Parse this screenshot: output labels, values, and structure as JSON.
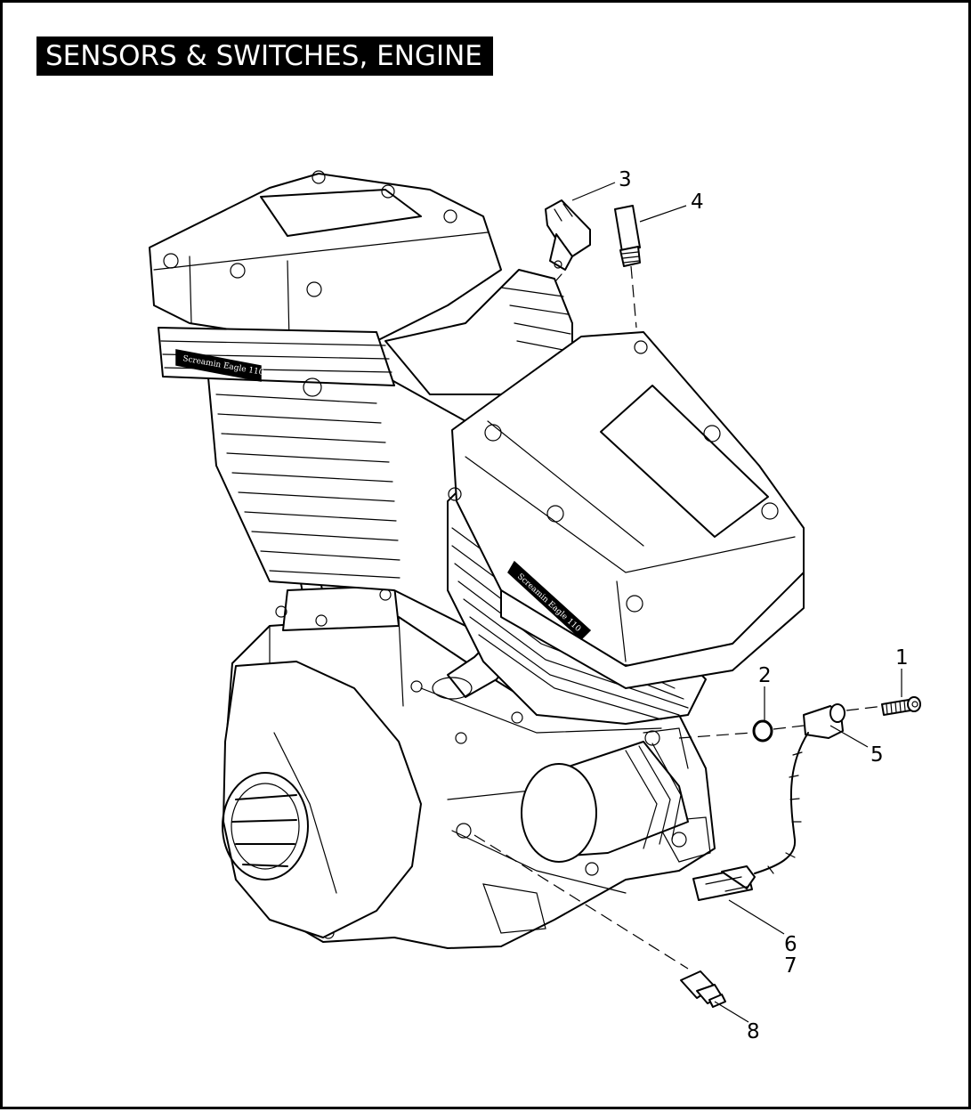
{
  "title": "SENSORS & SWITCHES, ENGINE",
  "badge_text": "Screamin Eagle 110",
  "callouts": [
    {
      "id": "1",
      "label": "1"
    },
    {
      "id": "2",
      "label": "2"
    },
    {
      "id": "3",
      "label": "3"
    },
    {
      "id": "4",
      "label": "4"
    },
    {
      "id": "5",
      "label": "5"
    },
    {
      "id": "6",
      "label": "6"
    },
    {
      "id": "7",
      "label": "7"
    },
    {
      "id": "8",
      "label": "8"
    }
  ],
  "colors": {
    "line": "#000000",
    "background": "#ffffff",
    "title_bg": "#000000",
    "title_text": "#ffffff"
  }
}
